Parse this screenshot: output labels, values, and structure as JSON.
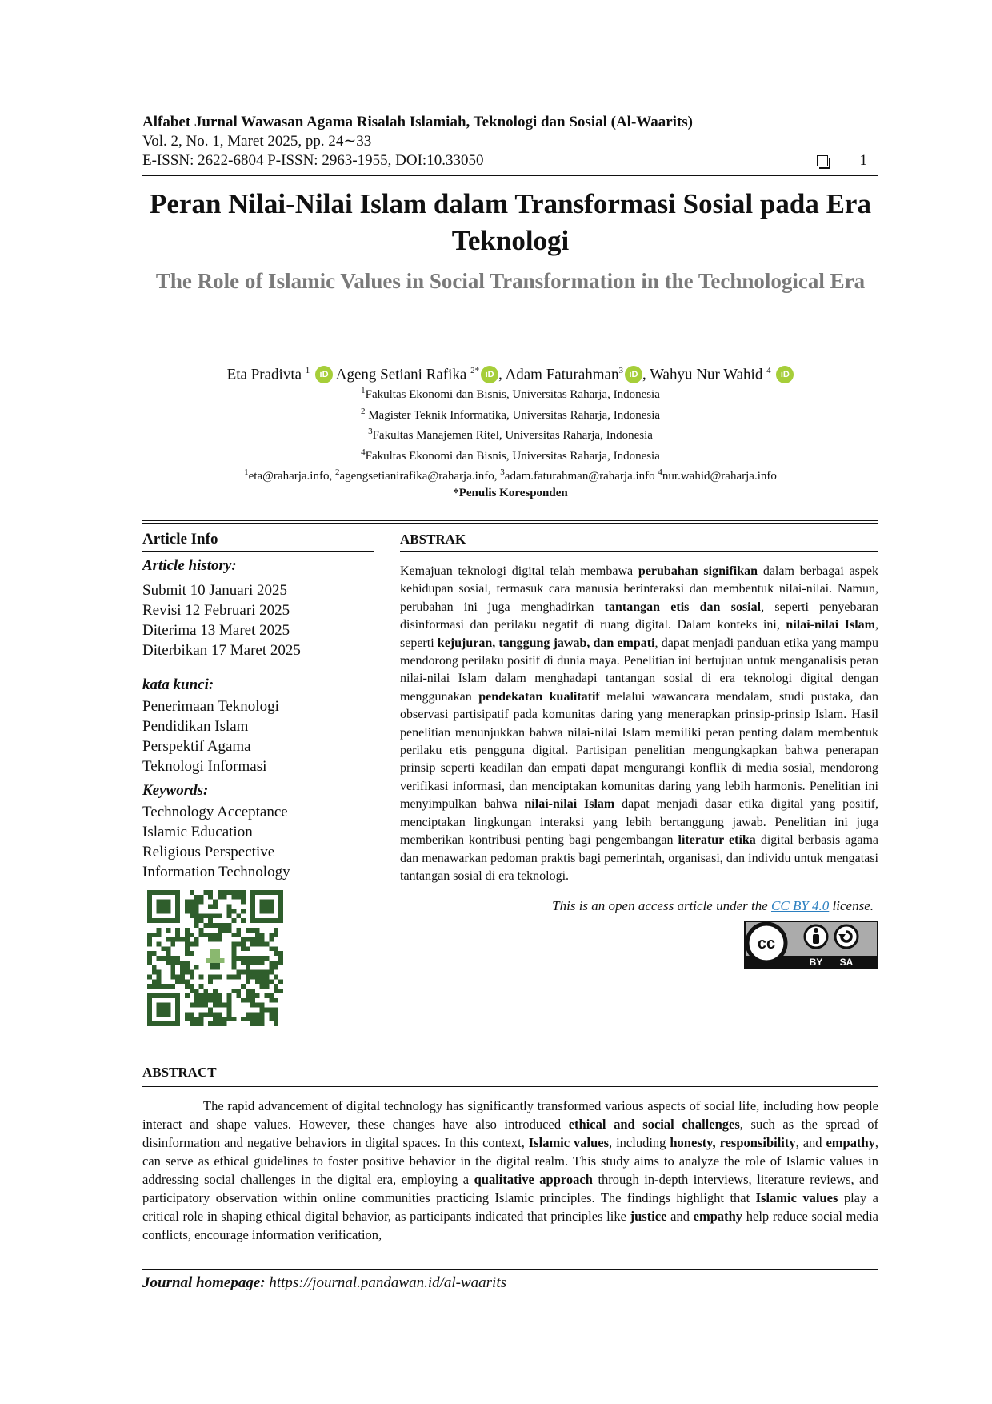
{
  "header": {
    "journal": "Alfabet Jurnal Wawasan Agama Risalah Islamiah, Teknologi dan Sosial (Al-Waarits)",
    "volume": "Vol. 2, No. 1,  Maret 2025, pp. 24∼33",
    "issn": "E-ISSN: 2622-6804 P-ISSN: 2963-1955, DOI:10.33050",
    "page_number": "1"
  },
  "title": "Peran Nilai-Nilai Islam dalam Transformasi Sosial pada Era Teknologi",
  "subtitle": "The Role of Islamic Values in Social Transformation in the Technological Era",
  "authors": [
    {
      "name": "Eta Pradivta",
      "sup": "1",
      "pre": ""
    },
    {
      "name": "Ageng Setiani Rafika",
      "sup": "2*",
      "pre": " "
    },
    {
      "name": "Adam Faturahman",
      "sup": "3",
      "pre": ", "
    },
    {
      "name": "Wahyu Nur Wahid",
      "sup": "4",
      "pre": ", "
    }
  ],
  "orcid_label": "iD",
  "affiliations": [
    {
      "sup": "1",
      "text": "Fakultas Ekonomi dan Bisnis, Universitas Raharja, Indonesia"
    },
    {
      "sup": "2",
      "text": " Magister Teknik Informatika, Universitas Raharja, Indonesia"
    },
    {
      "sup": "3",
      "text": "Fakultas Manajemen Ritel, Universitas Raharja, Indonesia"
    },
    {
      "sup": "4",
      "text": "Fakultas Ekonomi dan Bisnis, Universitas Raharja, Indonesia"
    }
  ],
  "emails": [
    {
      "sup": "1",
      "text": "eta@raharja.info, "
    },
    {
      "sup": "2",
      "text": "agengsetianirafika@raharja.info, "
    },
    {
      "sup": "3",
      "text": "adam.faturahman@raharja.info "
    },
    {
      "sup": "4",
      "text": "nur.wahid@raharja.info"
    }
  ],
  "corresponding": "*Penulis Koresponden",
  "article_info": {
    "heading": "Article Info",
    "history_heading": "Article history:",
    "history": [
      "Submit 10 Januari 2025",
      "Revisi 12 Februari 2025",
      "Diterima 13 Maret 2025",
      "Diterbikan 17 Maret 2025"
    ],
    "kata_kunci_heading": "kata kunci:",
    "kata_kunci": [
      "Penerimaan Teknologi",
      "Pendidikan Islam",
      "Perspektif Agama",
      "Teknologi Informasi"
    ],
    "keywords_heading": "Keywords:",
    "keywords": [
      "Technology Acceptance",
      "Islamic Education",
      "Religious Perspective",
      "Information Technology"
    ]
  },
  "abstrak": {
    "heading": "ABSTRAK",
    "segments": [
      {
        "t": "Kemajuan teknologi digital telah membawa "
      },
      {
        "t": "perubahan signifikan",
        "b": true
      },
      {
        "t": " dalam berbagai aspek kehidupan sosial, termasuk cara manusia berinteraksi dan membentuk nilai-nilai. Namun, perubahan ini juga menghadirkan "
      },
      {
        "t": "tantangan etis dan sosial",
        "b": true
      },
      {
        "t": ", seperti penyebaran disinformasi dan perilaku negatif di ruang digital.  Dalam konteks ini, "
      },
      {
        "t": "nilai-nilai Islam",
        "b": true
      },
      {
        "t": ", seperti "
      },
      {
        "t": "kejujuran, tanggung jawab, dan empati",
        "b": true
      },
      {
        "t": ", dapat menjadi panduan etika yang mampu mendorong perilaku positif di dunia maya. Penelitian ini bertujuan untuk menganalisis peran nilai-nilai Islam dalam menghadapi tantangan sosial di era teknologi digital dengan menggunakan "
      },
      {
        "t": "pendekatan kualitatif",
        "b": true
      },
      {
        "t": " melalui wawancara mendalam, studi pustaka, dan observasi partisipatif pada komunitas daring yang menerapkan prinsip-prinsip Islam.  Hasil penelitian menunjukkan bahwa nilai-nilai Islam memiliki peran penting dalam membentuk perilaku etis pengguna digital.  Partisipan penelitian mengungkapkan bahwa penerapan prinsip seperti keadilan dan empati dapat mengurangi konflik di media sosial, mendorong verifikasi informasi, dan menciptakan komunitas daring yang lebih harmonis.  Penelitian ini menyimpulkan bahwa "
      },
      {
        "t": "nilai-nilai Islam",
        "b": true
      },
      {
        "t": " dapat menjadi dasar etika digital yang positif, menciptakan lingkungan interaksi yang lebih bertanggung jawab. Penelitian ini juga memberikan kontribusi penting bagi pengembangan "
      },
      {
        "t": "literatur etika",
        "b": true
      },
      {
        "t": " digital berbasis agama dan menawarkan pedoman praktis bagi pemerintah, organisasi, dan individu untuk mengatasi tantangan sosial di era teknologi."
      }
    ]
  },
  "license": {
    "pre": "This is an open access article under the ",
    "link": "CC BY 4.0",
    "post": " license.",
    "badge_cc": "cc",
    "badge_by": "BY",
    "badge_sa": "SA"
  },
  "abstract": {
    "heading": "ABSTRACT",
    "segments": [
      {
        "t": "The rapid advancement of digital technology has significantly transformed various aspects of social life, including how people interact and shape values. However, these changes have also introduced "
      },
      {
        "t": "ethical and social challenges",
        "b": true
      },
      {
        "t": ", such as the spread of disinformation and negative behaviors in digital spaces.  In this context, "
      },
      {
        "t": "Islamic values",
        "b": true
      },
      {
        "t": ", including "
      },
      {
        "t": "honesty, responsibility",
        "b": true
      },
      {
        "t": ", and "
      },
      {
        "t": "empathy",
        "b": true
      },
      {
        "t": ", can serve as ethical guidelines to foster positive behavior in the digital realm. This study aims to analyze the role of Islamic values in addressing social challenges in the digital era, employing a "
      },
      {
        "t": "qualitative approach",
        "b": true
      },
      {
        "t": " through in-depth interviews, literature reviews, and participatory observation within online communities practicing Islamic principles. The findings highlight that "
      },
      {
        "t": "Islamic values",
        "b": true
      },
      {
        "t": " play a critical role in shaping ethical digital behavior, as participants indicated that principles like "
      },
      {
        "t": "justice",
        "b": true
      },
      {
        "t": " and "
      },
      {
        "t": "empathy",
        "b": true
      },
      {
        "t": " help reduce social media conflicts, encourage information verification,"
      }
    ]
  },
  "footer": {
    "label": "Journal homepage:",
    "url": "https://journal.pandawan.id/al-waarits"
  },
  "colors": {
    "subtitle_gray": "#7a7a7a",
    "orcid_green": "#a6ce39",
    "qr_green": "#2f5e2c",
    "link_blue": "#2b7fc0"
  }
}
